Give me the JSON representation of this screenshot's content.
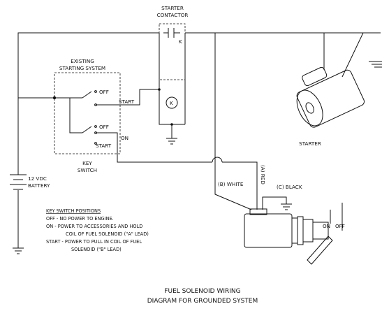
{
  "labels": {
    "starter_contactor_line1": "STARTER",
    "starter_contactor_line2": "CONTACTOR",
    "contactor_coil": "K",
    "relay_coil": "K",
    "existing_line1": "EXISTING",
    "existing_line2": "STARTING SYSTEM",
    "off_upper": "OFF",
    "start_upper": "START",
    "off_lower": "OFF",
    "on_lower": "ON",
    "start_lower": "START",
    "key_switch_line1": "KEY",
    "key_switch_line2": "SWITCH",
    "battery_line1": "12 VDC",
    "battery_line2": "BATTERY",
    "starter": "STARTER",
    "wire_white": "(B) WHITE",
    "wire_red": "(A) RED",
    "wire_black": "(C) BLACK",
    "solenoid_on": "ON",
    "solenoid_off": "OFF"
  },
  "notes": {
    "heading": "KEY SWITCH POSITIONS",
    "lines": [
      "OFF -  NO POWER TO ENGINE.",
      "ON  -  POWER TO ACCESSORIES AND HOLD",
      "COIL OF FUEL SOLENOID (\"A\" LEAD)",
      "START - POWER TO PULL IN COIL OF FUEL",
      "SOLENOID (\"B\" LEAD)"
    ]
  },
  "caption": {
    "line1": "FUEL SOLENOID WIRING",
    "line2": "DIAGRAM FOR GROUNDED SYSTEM"
  }
}
